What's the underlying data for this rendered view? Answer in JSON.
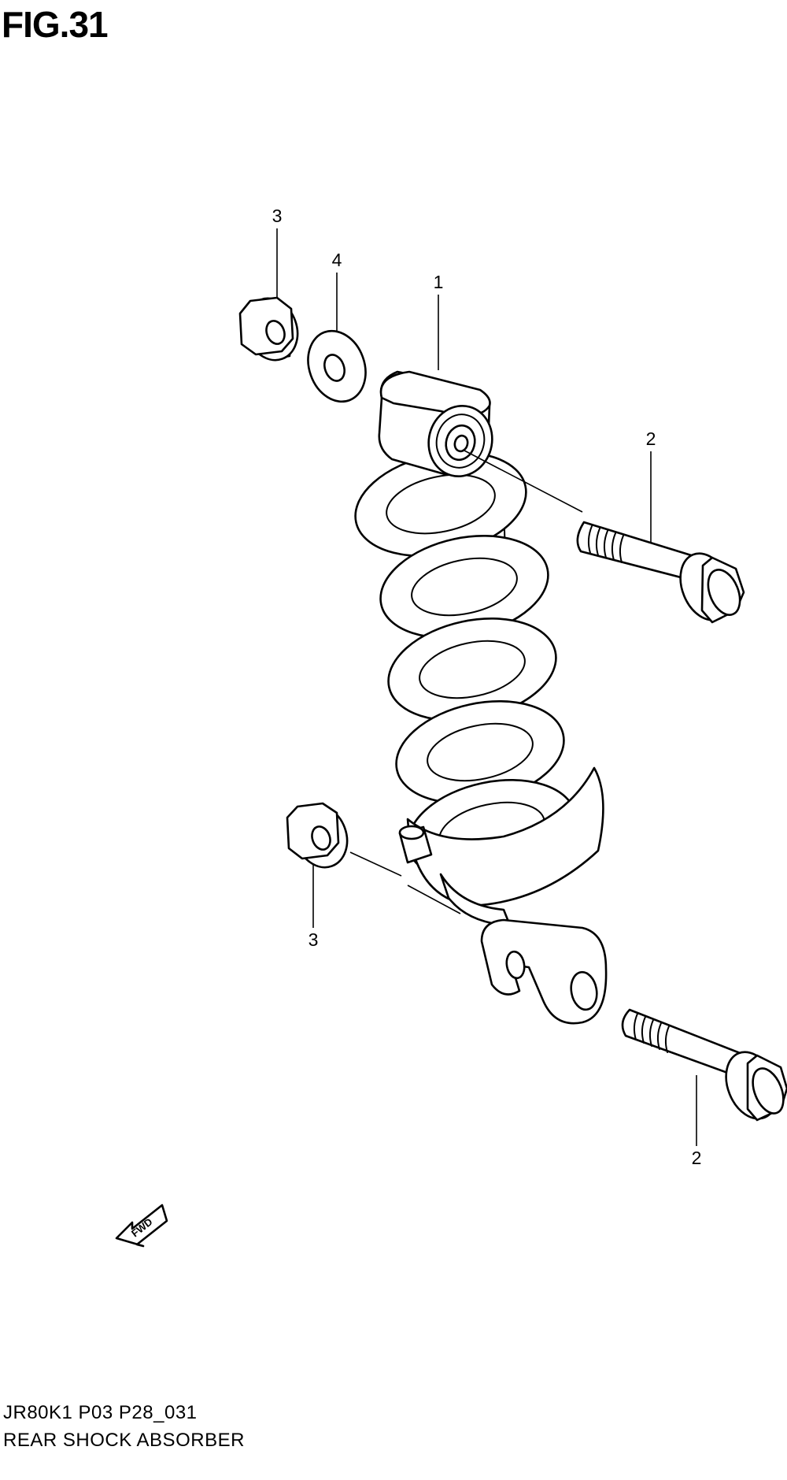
{
  "figure": {
    "title": "FIG.31",
    "drawing_code": "JR80K1 P03 P28_031",
    "name": "REAR SHOCK ABSORBER"
  },
  "callouts": {
    "shock_absorber": "1",
    "bolt_upper": "2",
    "bolt_lower": "2",
    "nut_upper": "3",
    "nut_lower": "3",
    "washer": "4"
  },
  "direction_marker": {
    "label": "FWD",
    "icon": "forward-arrow-icon"
  }
}
